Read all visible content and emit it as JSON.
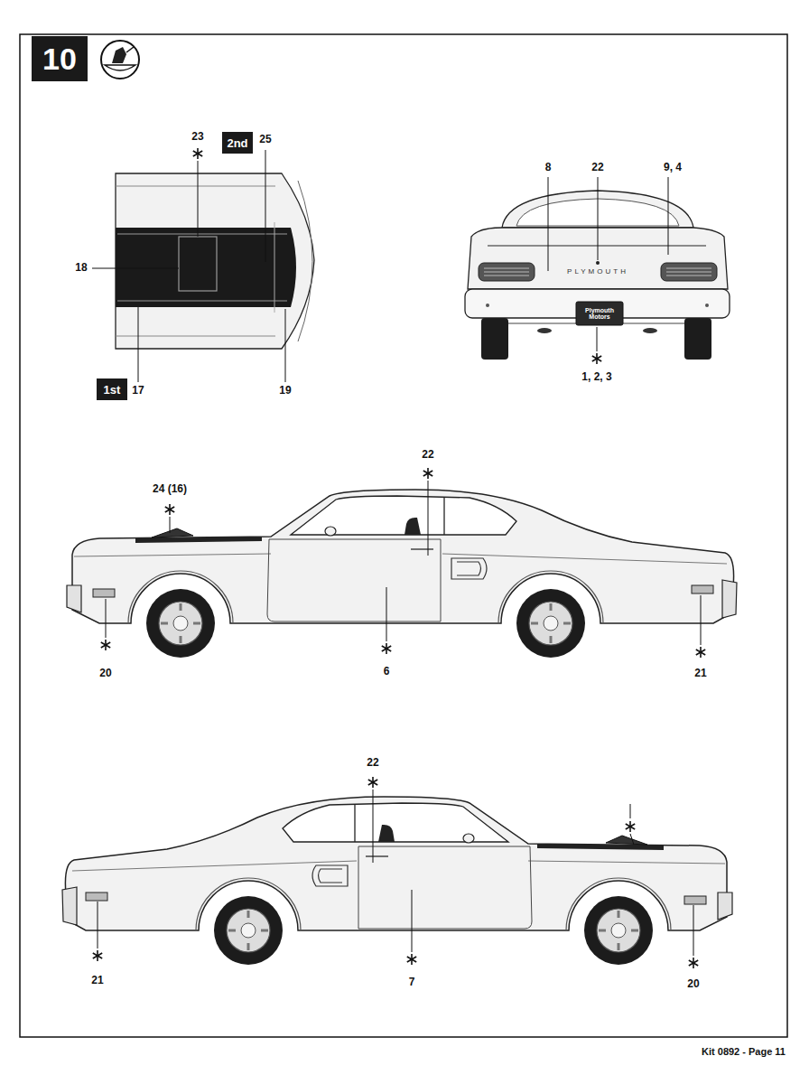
{
  "diagram": {
    "nodes": [
      {
        "text": [
          "10"
        ]
      },
      {
        "text": [
          "2nd"
        ]
      },
      {
        "text": [
          "1st"
        ]
      }
    ],
    "labels": [
      "23",
      "25",
      "18",
      "17",
      "19",
      "8",
      "22",
      "9, 4",
      "PLYMOUTH",
      "Plymouth Motors",
      "1, 2, 3",
      "22",
      "24 (16)",
      "20",
      "6",
      "21",
      "22",
      "21",
      "7",
      "20",
      "Kit 0892 - Page 11"
    ]
  }
}
